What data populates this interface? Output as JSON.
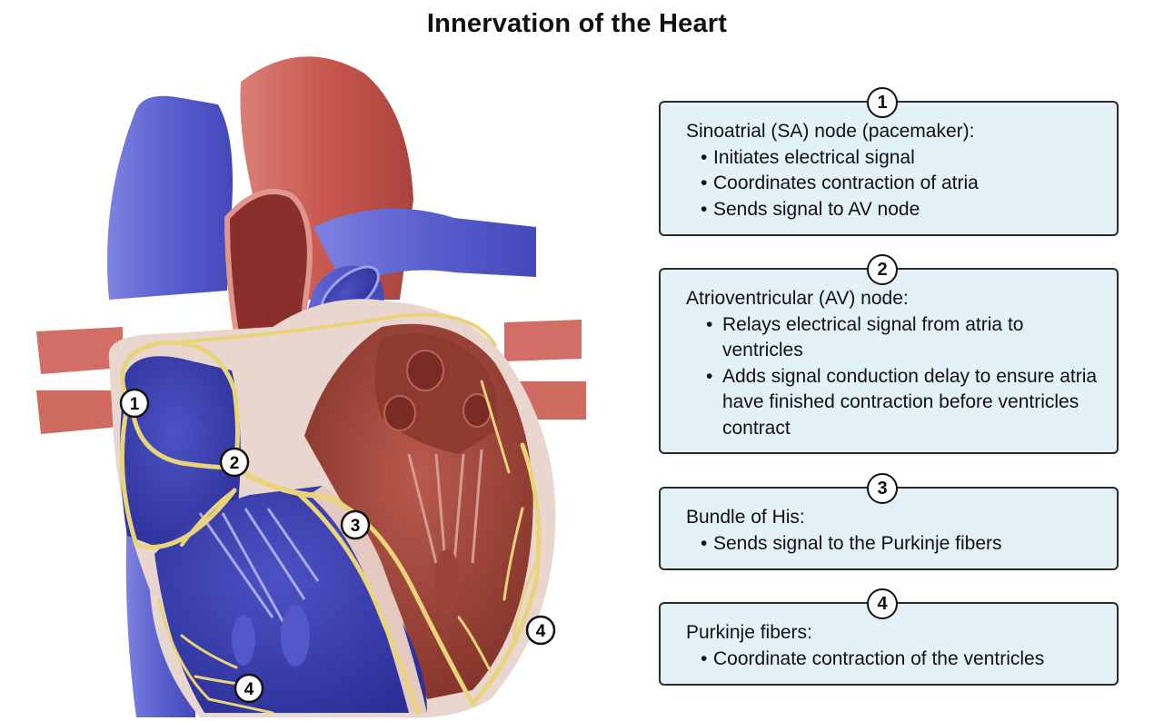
{
  "title": "Innervation of the Heart",
  "colors": {
    "vein_blue": "#5a5fce",
    "artery_red": "#c8574f",
    "muscle_red": "#a84a3f",
    "nerve_yellow": "#e8d47a",
    "box_fill": "#e3f1f9",
    "box_border": "#2b2b2b"
  },
  "markers": [
    {
      "number": "1",
      "target": "Sinoatrial (SA) node"
    },
    {
      "number": "2",
      "target": "Atrioventricular (AV) node"
    },
    {
      "number": "3",
      "target": "Bundle of His"
    },
    {
      "number": "4",
      "target": "Purkinje fibers (left)"
    },
    {
      "number": "4",
      "target": "Purkinje fibers (right)"
    }
  ],
  "boxes": [
    {
      "number": "1",
      "heading": "Sinoatrial (SA) node (pacemaker):",
      "bullets": [
        "Initiates electrical signal",
        "Coordinates contraction of atria",
        "Sends signal to AV node"
      ]
    },
    {
      "number": "2",
      "heading": "Atrioventricular (AV) node:",
      "bullets": [
        "Relays electrical signal from atria to ventricles",
        "Adds signal conduction delay to ensure atria have finished contraction before ventricles contract"
      ]
    },
    {
      "number": "3",
      "heading": "Bundle of His:",
      "bullets": [
        "Sends signal to the Purkinje fibers"
      ]
    },
    {
      "number": "4",
      "heading": "Purkinje fibers:",
      "bullets": [
        "Coordinate contraction of the ventricles"
      ]
    }
  ]
}
